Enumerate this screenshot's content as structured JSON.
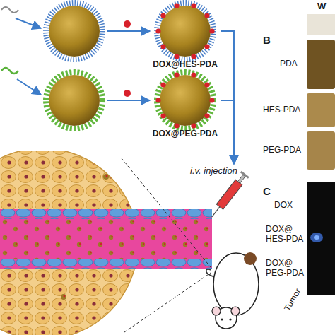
{
  "diagram": {
    "nodes": [
      {
        "text": [
          "DOX@HES-PDA"
        ]
      },
      {
        "text": [
          "DOX@PEG-PDA"
        ]
      },
      {
        "text": [
          "i.v. injection"
        ]
      }
    ],
    "edges": [
      {
        "from": 0,
        "to": 2,
        "arrow": "to"
      },
      {
        "from": 1,
        "to": 2,
        "arrow": "to"
      }
    ],
    "labels": [
      "W",
      "B",
      "PDA",
      "HES-PDA",
      "PEG-PDA",
      "C",
      "DOX",
      "DOX@ HES-PDA",
      "DOX@ PEG-PDA",
      "Tumor"
    ]
  }
}
